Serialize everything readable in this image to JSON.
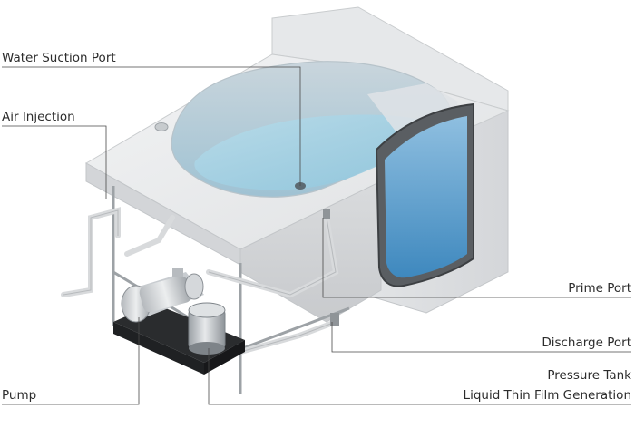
{
  "labels": {
    "water_suction_port": "Water Suction Port",
    "air_injection": "Air Injection",
    "prime_port": "Prime Port",
    "discharge_port": "Discharge Port",
    "pump": "Pump",
    "pressure_tank": "Pressure Tank",
    "liquid_thin_film": "Liquid Thin Film Generation"
  }
}
